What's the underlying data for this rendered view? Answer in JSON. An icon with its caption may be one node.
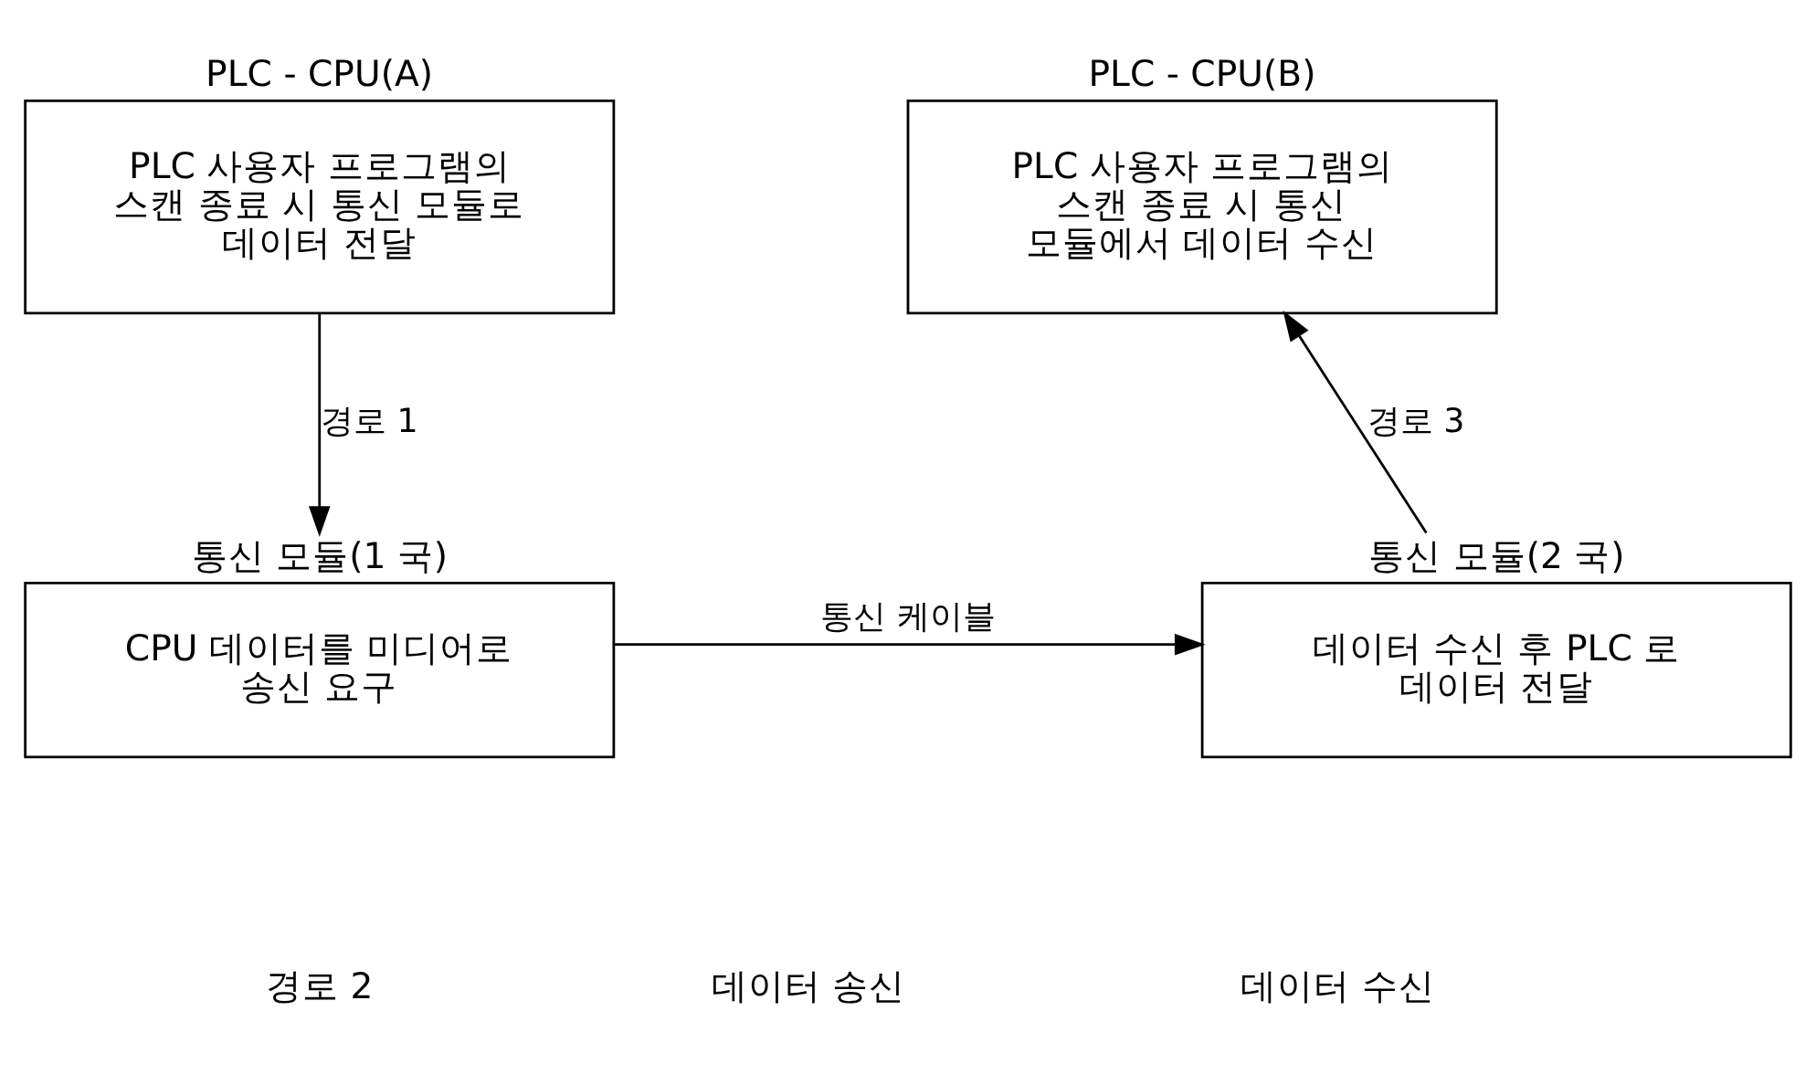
{
  "diagram": {
    "nodes": [
      {
        "text": [
          "PLC - CPU(A)",
          "PLC 사용자 프로그램의 스캔 종료 시 통신 모듈로 데이터 전달"
        ]
      },
      {
        "text": [
          "PLC - CPU(B)",
          "PLC 사용자 프로그램의 스캔 종료 시 통신 모듈에서 데이터 수신"
        ]
      },
      {
        "text": [
          "통신 모듈(1 국)",
          "CPU 데이터를 미디어로 송신 요구"
        ]
      },
      {
        "text": [
          "통신 모듈(2 국)",
          "데이터 수신 후 PLC 로 데이터 전달"
        ]
      }
    ],
    "edges": [
      {
        "from": 0,
        "to": 2,
        "arrow": "to",
        "label": "경로 1"
      },
      {
        "from": 2,
        "to": 3,
        "arrow": "to",
        "label": "통신 케이블"
      },
      {
        "from": 3,
        "to": 1,
        "arrow": "to",
        "label": "경로 3"
      }
    ],
    "labels": [
      "경로 2",
      "데이터 송신",
      "데이터 수신"
    ]
  }
}
